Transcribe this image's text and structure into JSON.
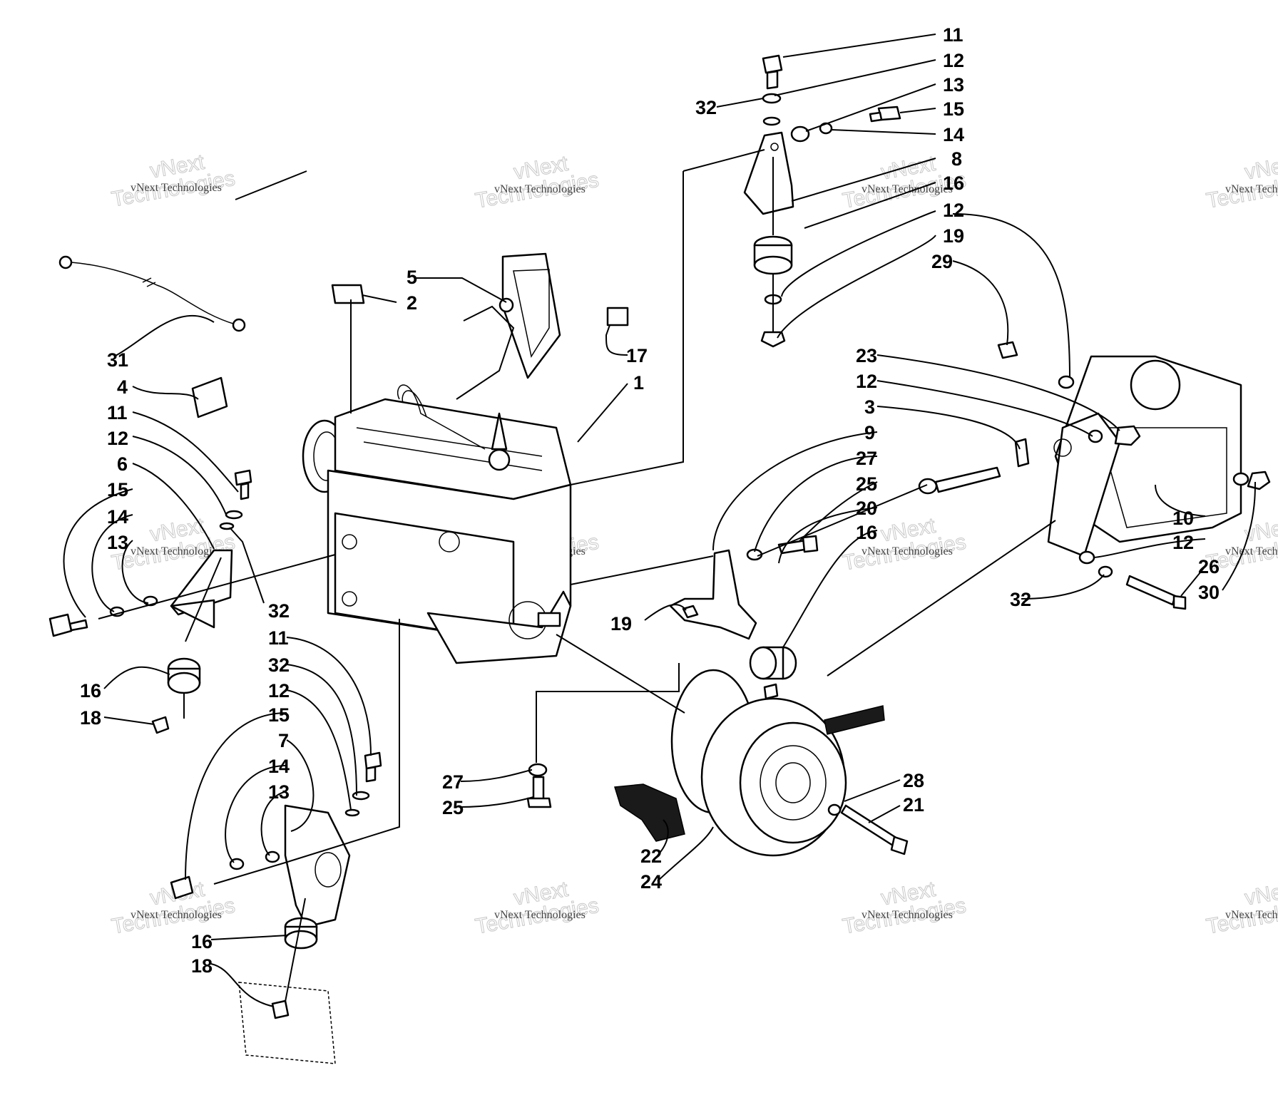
{
  "watermarks": [
    {
      "big": "vNext Technologies",
      "small": "vNext Technologies"
    }
  ],
  "callouts": [
    {
      "id": "11a",
      "text": "11"
    },
    {
      "id": "12a",
      "text": "12"
    },
    {
      "id": "13a",
      "text": "13"
    },
    {
      "id": "32a",
      "text": "32"
    },
    {
      "id": "15a",
      "text": "15"
    },
    {
      "id": "14a",
      "text": "14"
    },
    {
      "id": "8",
      "text": "8"
    },
    {
      "id": "16a",
      "text": "16"
    },
    {
      "id": "12b",
      "text": "12"
    },
    {
      "id": "19a",
      "text": "19"
    },
    {
      "id": "29",
      "text": "29"
    },
    {
      "id": "5",
      "text": "5"
    },
    {
      "id": "2",
      "text": "2"
    },
    {
      "id": "17",
      "text": "17"
    },
    {
      "id": "1",
      "text": "1"
    },
    {
      "id": "31",
      "text": "31"
    },
    {
      "id": "4",
      "text": "4"
    },
    {
      "id": "11b",
      "text": "11"
    },
    {
      "id": "12c",
      "text": "12"
    },
    {
      "id": "6",
      "text": "6"
    },
    {
      "id": "15b",
      "text": "15"
    },
    {
      "id": "14b",
      "text": "14"
    },
    {
      "id": "13b",
      "text": "13"
    },
    {
      "id": "32b",
      "text": "32"
    },
    {
      "id": "11c",
      "text": "11"
    },
    {
      "id": "32c",
      "text": "32"
    },
    {
      "id": "12d",
      "text": "12"
    },
    {
      "id": "15c",
      "text": "15"
    },
    {
      "id": "7",
      "text": "7"
    },
    {
      "id": "14c",
      "text": "14"
    },
    {
      "id": "13c",
      "text": "13"
    },
    {
      "id": "16b",
      "text": "16"
    },
    {
      "id": "18a",
      "text": "18"
    },
    {
      "id": "16c",
      "text": "16"
    },
    {
      "id": "18b",
      "text": "18"
    },
    {
      "id": "23",
      "text": "23"
    },
    {
      "id": "12e",
      "text": "12"
    },
    {
      "id": "3",
      "text": "3"
    },
    {
      "id": "9",
      "text": "9"
    },
    {
      "id": "27a",
      "text": "27"
    },
    {
      "id": "25a",
      "text": "25"
    },
    {
      "id": "20",
      "text": "20"
    },
    {
      "id": "16d",
      "text": "16"
    },
    {
      "id": "10",
      "text": "10"
    },
    {
      "id": "12f",
      "text": "12"
    },
    {
      "id": "26",
      "text": "26"
    },
    {
      "id": "32d",
      "text": "32"
    },
    {
      "id": "30",
      "text": "30"
    },
    {
      "id": "19b",
      "text": "19"
    },
    {
      "id": "27b",
      "text": "27"
    },
    {
      "id": "25b",
      "text": "25"
    },
    {
      "id": "28",
      "text": "28"
    },
    {
      "id": "21",
      "text": "21"
    },
    {
      "id": "22",
      "text": "22"
    },
    {
      "id": "24",
      "text": "24"
    }
  ]
}
